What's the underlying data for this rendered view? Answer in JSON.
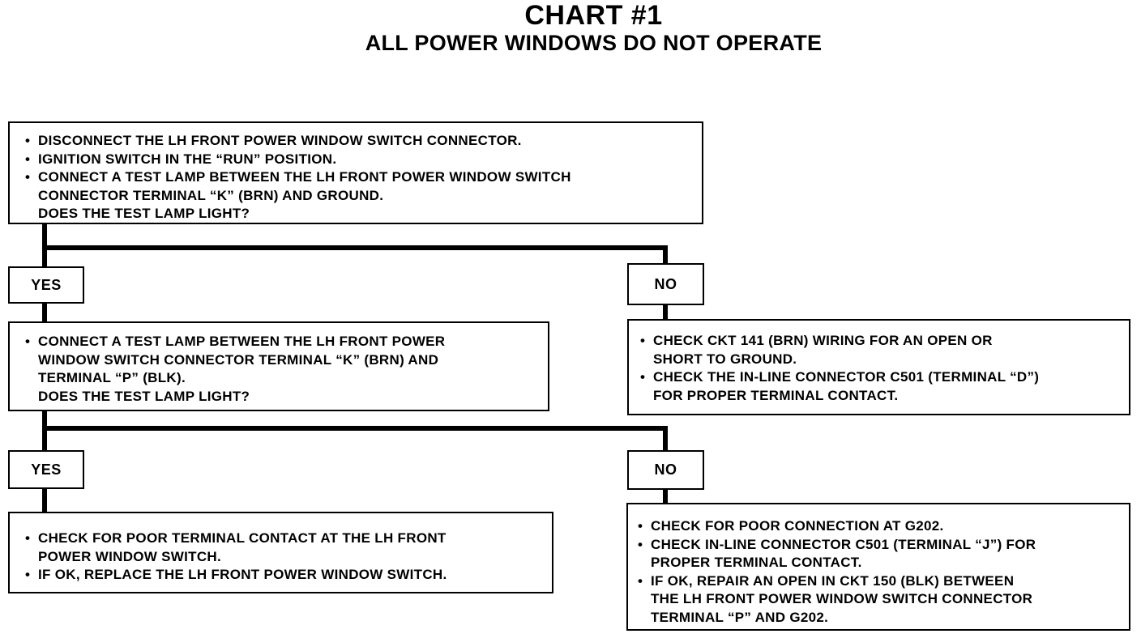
{
  "title": "CHART #1",
  "subtitle": "ALL POWER WINDOWS DO NOT OPERATE",
  "step1": {
    "items": [
      "DISCONNECT THE LH FRONT POWER WINDOW SWITCH CONNECTOR.",
      "IGNITION SWITCH IN THE “RUN” POSITION.",
      "CONNECT A TEST LAMP BETWEEN THE LH FRONT POWER WINDOW SWITCH\nCONNECTOR TERMINAL “K” (BRN) AND GROUND."
    ],
    "question": "DOES THE TEST LAMP LIGHT?"
  },
  "yes1": "YES",
  "no1": "NO",
  "step2": {
    "items": [
      "CONNECT A TEST LAMP BETWEEN THE LH FRONT POWER\nWINDOW SWITCH CONNECTOR TERMINAL “K” (BRN) AND\nTERMINAL “P” (BLK)."
    ],
    "question": "DOES THE TEST LAMP LIGHT?"
  },
  "no1_result": {
    "items": [
      "CHECK CKT 141 (BRN) WIRING FOR AN OPEN OR\nSHORT TO GROUND.",
      "CHECK THE IN-LINE CONNECTOR C501 (TERMINAL “D”)\nFOR PROPER TERMINAL CONTACT."
    ]
  },
  "yes2": "YES",
  "no2": "NO",
  "yes2_result": {
    "items": [
      "CHECK FOR POOR TERMINAL CONTACT AT THE LH FRONT\nPOWER WINDOW SWITCH.",
      "IF OK, REPLACE THE LH FRONT POWER WINDOW SWITCH."
    ]
  },
  "no2_result": {
    "items": [
      "CHECK FOR POOR CONNECTION AT G202.",
      "CHECK IN-LINE CONNECTOR C501 (TERMINAL “J”) FOR\nPROPER TERMINAL CONTACT.",
      "IF OK, REPAIR AN OPEN IN CKT 150 (BLK) BETWEEN\nTHE LH FRONT POWER WINDOW SWITCH CONNECTOR\nTERMINAL “P” AND G202."
    ]
  }
}
